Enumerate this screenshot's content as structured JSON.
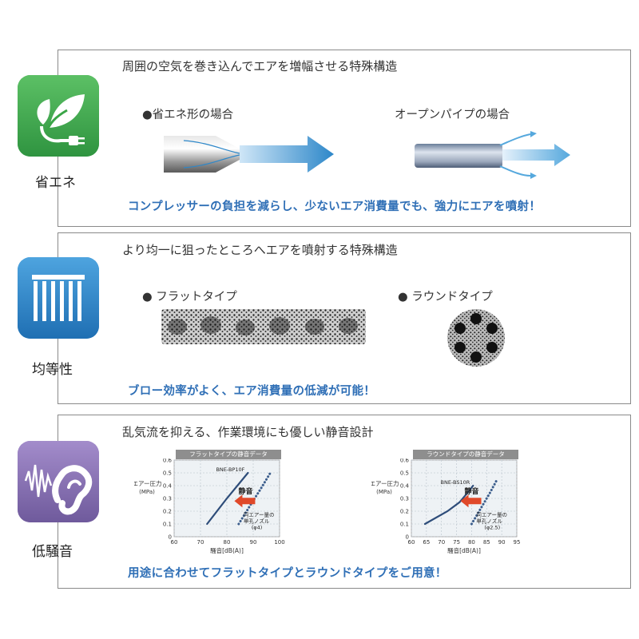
{
  "sections": [
    {
      "icon": "leaf-plug-icon",
      "label": "省エネ",
      "title": "周囲の空気を巻き込んでエアを増幅させる特殊構造",
      "left_caption": "●省エネ形の場合",
      "right_caption": "オープンパイプの場合",
      "tagline": "コンプレッサーの負担を減らし、少ないエア消費量でも、強力にエアを噴射！"
    },
    {
      "icon": "uniform-comb-icon",
      "label": "均等性",
      "title": "より均一に狙ったところへエアを噴射する特殊構造",
      "left_caption": "● フラットタイプ",
      "right_caption": "● ラウンドタイプ",
      "tagline": "ブロー効率がよく、エア消費量の低減が可能！"
    },
    {
      "icon": "ear-sound-icon",
      "label": "低騒音",
      "title": "乱気流を抑える、作業環境にも優しい静音設計",
      "tagline": "用途に合わせてフラットタイプとラウンドタイプをご用意！"
    }
  ],
  "colors": {
    "green": "#3aa547",
    "blue": "#2d87c9",
    "purple": "#8a73b3",
    "tagline": "#2f6fb6",
    "arrow": "#e0492a"
  },
  "chart_data": [
    {
      "type": "line",
      "title": "フラットタイプの静音データ",
      "xlabel": "騒音[dB(A)]",
      "ylabel": "エアー圧力\n(MPa)",
      "xlim": [
        60,
        100
      ],
      "ylim": [
        0,
        0.6
      ],
      "xticks": [
        "60",
        "70",
        "80",
        "90",
        "100"
      ],
      "yticks": [
        "0",
        "0.1",
        "0.2",
        "0.3",
        "0.4",
        "0.5",
        "0.6"
      ],
      "series": [
        {
          "name": "BNE-BP10F",
          "style": "solid",
          "x": [
            72.5,
            80,
            88
          ],
          "y": [
            0.1,
            0.3,
            0.5
          ]
        },
        {
          "name": "同エアー量の単孔ノズル(φ4)",
          "style": "dotted",
          "x": [
            84.5,
            89,
            93,
            96.5
          ],
          "y": [
            0.1,
            0.25,
            0.38,
            0.5
          ]
        }
      ],
      "annotation_label": "静音",
      "model_label": "BNE-BP10F",
      "compare_label_1": "同エアー量の",
      "compare_label_2": "単孔ノズル",
      "compare_label_3": "(φ4)"
    },
    {
      "type": "line",
      "title": "ラウンドタイプの静音データ",
      "xlabel": "騒音[dB(A)]",
      "ylabel": "エアー圧力\n(MPa)",
      "xlim": [
        60,
        95
      ],
      "ylim": [
        0,
        0.6
      ],
      "xticks": [
        "60",
        "65",
        "70",
        "75",
        "80",
        "85",
        "90",
        "95"
      ],
      "yticks": [
        "0",
        "0.1",
        "0.2",
        "0.3",
        "0.4",
        "0.5",
        "0.6"
      ],
      "series": [
        {
          "name": "BNE-BS10R",
          "style": "solid",
          "x": [
            64.5,
            72,
            76,
            78.5,
            80.5
          ],
          "y": [
            0.1,
            0.2,
            0.27,
            0.34,
            0.4
          ]
        },
        {
          "name": "同エアー量の単孔ノズル(φ2.5)",
          "style": "dotted",
          "x": [
            80,
            83,
            86,
            88.5
          ],
          "y": [
            0.1,
            0.22,
            0.34,
            0.45
          ]
        }
      ],
      "annotation_label": "静音",
      "model_label": "BNE-BS10R",
      "compare_label_1": "同エアー量の",
      "compare_label_2": "単孔ノズル",
      "compare_label_3": "(φ2.5)"
    }
  ]
}
